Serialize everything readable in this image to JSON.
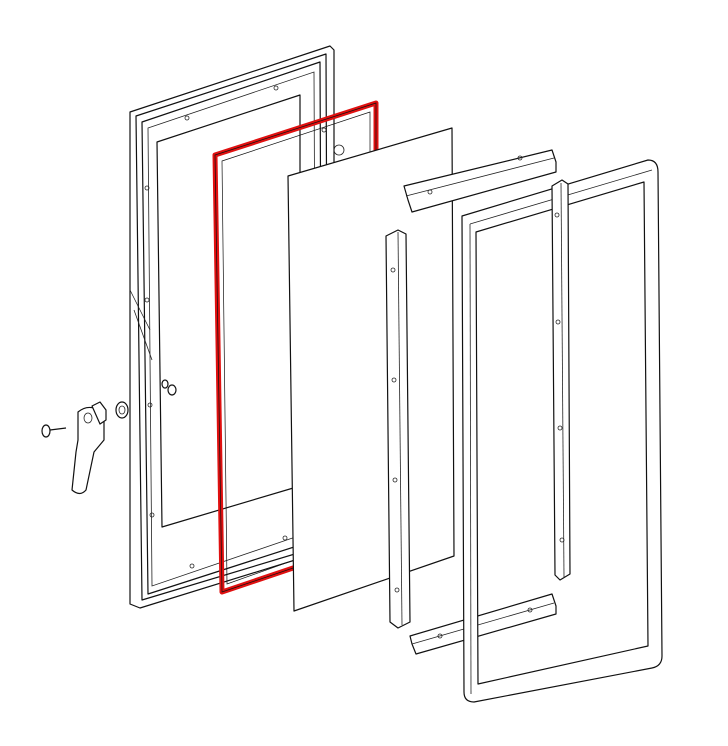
{
  "drawing": {
    "type": "exploded-view",
    "colors": {
      "line": "#111111",
      "highlight_gasket": "#e01010",
      "background": "#ffffff"
    },
    "parts": [
      "door-frame",
      "door-gasket",
      "glass-panel",
      "left-vertical-strip",
      "top-rail",
      "bottom-rail",
      "right-vertical-strip",
      "outer-frame",
      "handle-assembly"
    ]
  }
}
